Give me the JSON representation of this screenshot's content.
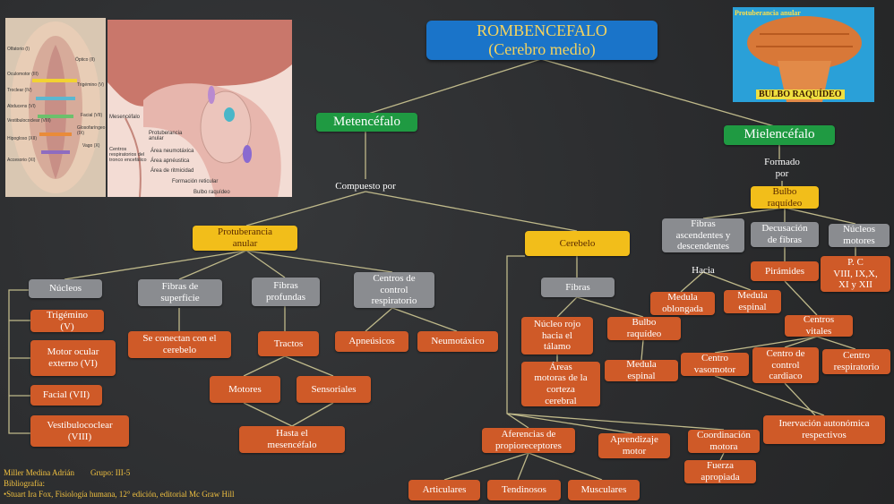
{
  "title": "ROMBENCEFALO",
  "subtitle": "(Cerebro medio)",
  "metencefalo": "Metencéfalo",
  "mielencefalo": "Mielencéfalo",
  "compuesto": "Compuesto por",
  "formado": "Formado\npor",
  "bulbo": "Bulbo\nraquídeo",
  "protuberancia": "Protuberancia\nanular",
  "cerebelo": "Cerebelo",
  "nucleos": "Núcleos",
  "fibras_superficie": "Fibras de\nsuperficie",
  "fibras_profundas": "Fibras\nprofundas",
  "centros_control": "Centros de\ncontrol\nrespiratorio",
  "trigemino": "Trigémino\n(V)",
  "motor_ocular": "Motor ocular\nexterno (VI)",
  "facial": "Facial (VII)",
  "vestibulococlear": "Vestibulococlear\n(VIII)",
  "se_conectan": "Se conectan con el\ncerebelo",
  "tractos": "Tractos",
  "motores": "Motores",
  "sensoriales": "Sensoriales",
  "hasta": "Hasta el\nmesencéfalo",
  "apneusicos": "Apneúsicos",
  "neumotaxico": "Neumotáxico",
  "fibras_cer": "Fibras",
  "nucleo_rojo": "Núcleo rojo\nhacia el\ntálamo",
  "areas_motoras": "Áreas\nmotoras de la\ncorteza\ncerebral",
  "bulbo_raq2": "Bulbo\nraquídeo",
  "medula_esp1": "Medula\nespinal",
  "aferencias": "Aferencias de\npropioreceptores",
  "aprendizaje": "Aprendizaje\nmotor",
  "coordinacion": "Coordinación\nmotora",
  "fuerza": "Fuerza\napropiada",
  "articulares": "Articulares",
  "tendinosos": "Tendinosos",
  "musculares": "Musculares",
  "fibras_asc": "Fibras\nascendentes y\ndescendentes",
  "decusacion": "Decusación\nde fibras",
  "nucleos_mot": "Núcleos\nmotores",
  "hacia": "Hacia",
  "piramides": "Pirámides",
  "pares": "P. C\nVIII, IX,X,\nXI y XII",
  "medula_obl": "Medula\noblongada",
  "medula_esp2": "Medula\nespinal",
  "centros_vitales": "Centros\nvitales",
  "centro_vaso": "Centro\nvasomotor",
  "centro_card": "Centro de\ncontrol\ncardiaco",
  "centro_resp": "Centro\nrespiratorio",
  "inervacion": "Inervación autonómica\nrespectivos",
  "author": "Miller Medina Adrián        Grupo: III-5",
  "biblio": "Bibliografía:",
  "ref": "•Stuart Ira Fox, Fisiología humana, 12° edición, editorial Mc Graw Hill",
  "img2_labels": [
    "Mesencéfalo",
    "Protuberancia anular",
    "Área neumotáxica",
    "Área apnéustica",
    "Área de ritmicidad",
    "Centros respiratorios del tronco encefálico",
    "Formación reticular",
    "Bulbo raquídeo"
  ],
  "img1_labels": [
    "Olfatorio (I)",
    "Óptico (II)",
    "Oculomotor (III)",
    "Troclear (IV)",
    "Trigémino (V)",
    "Abducens (VI)",
    "Facial (VII)",
    "Vestibulococlear (VIII)",
    "Glosofaríngeo (IX)",
    "Vago (X)",
    "Hipogloso (XII)",
    "Accesorio (XI)"
  ],
  "img3_top": "Protuberancia anular",
  "img3_bottom": "BULBO RAQUÍDEO",
  "colors": {
    "orange": "#cf5a28",
    "grey": "#8a8c90",
    "yellow": "#f2be1a",
    "green": "#1f9a42",
    "blue": "#1a74c9",
    "line": "#bfb98a"
  }
}
